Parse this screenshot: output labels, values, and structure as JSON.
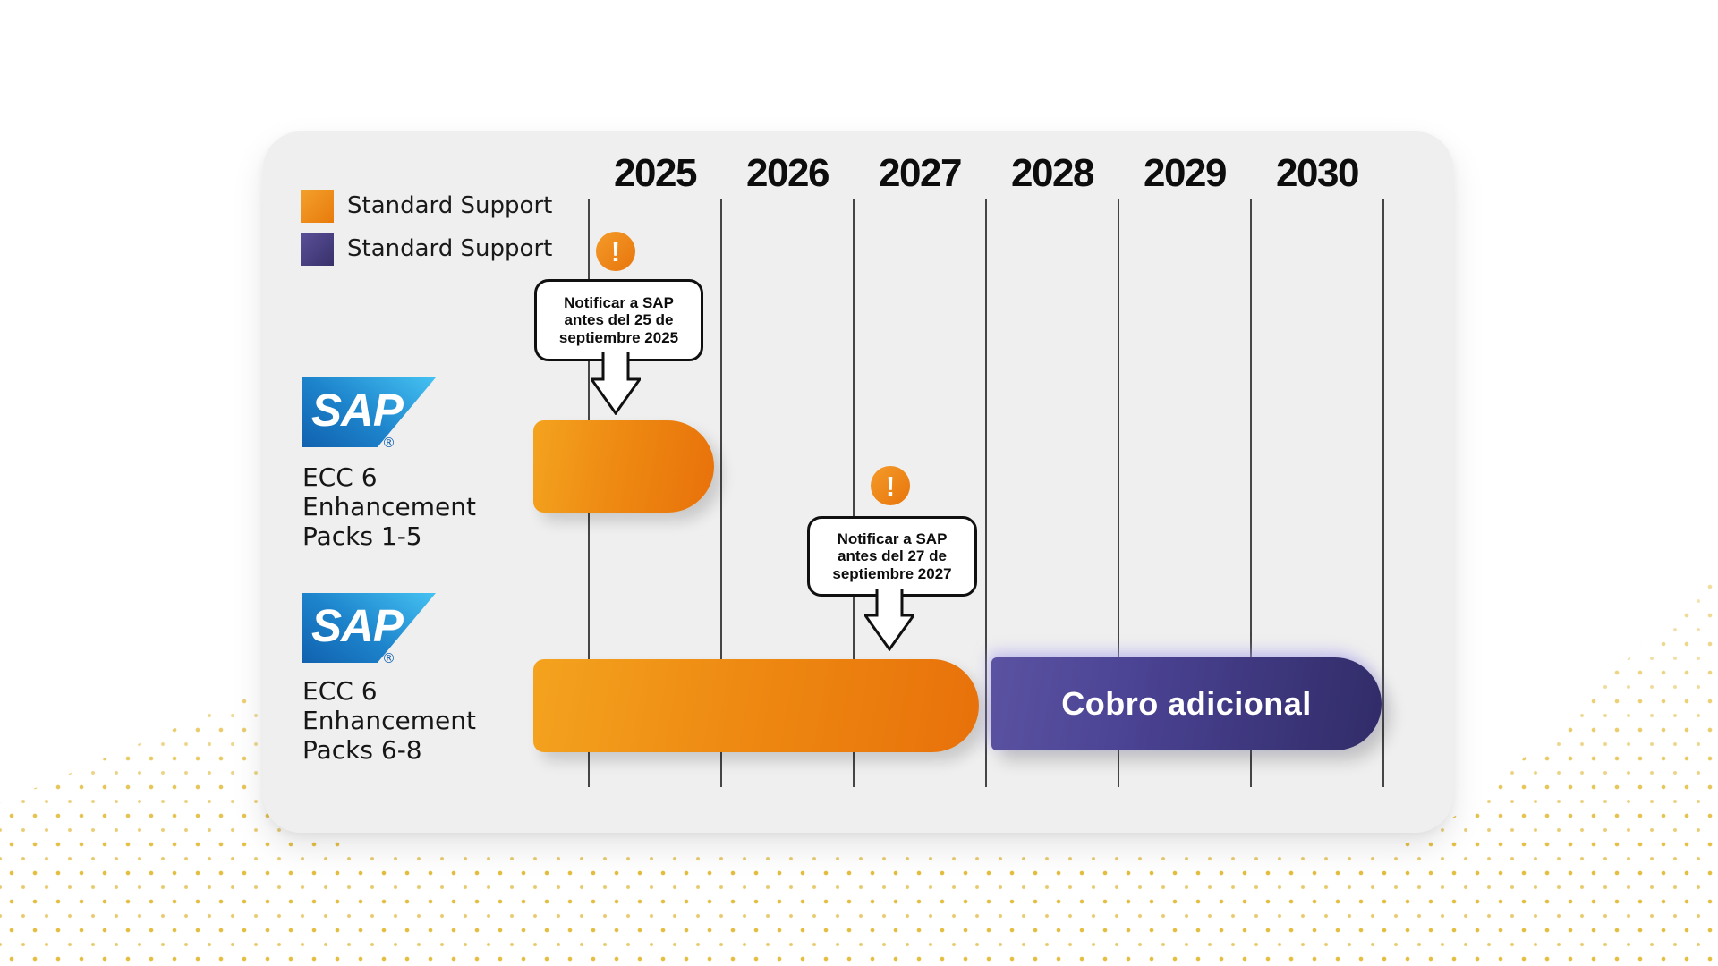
{
  "legend": {
    "items": [
      {
        "label": "Standard Support",
        "color": "#EE820D"
      },
      {
        "label": "Standard Support",
        "color": "#443C86"
      }
    ]
  },
  "timeline": {
    "years": [
      "2025",
      "2026",
      "2027",
      "2028",
      "2029",
      "2030"
    ]
  },
  "warning_icon": {
    "glyph": "!",
    "color": "#ED7D0E"
  },
  "callouts": [
    {
      "lines": [
        "Notificar a SAP",
        "antes del 25 de",
        "septiembre 2025"
      ]
    },
    {
      "lines": [
        "Notificar a SAP",
        "antes del 27 de",
        "septiembre 2027"
      ]
    }
  ],
  "products": [
    {
      "logo": {
        "text": "SAP",
        "registered": "®"
      },
      "lines": [
        "ECC 6",
        "Enhancement",
        "Packs 1-5"
      ],
      "bars": [
        {
          "kind": "standard-support",
          "label": "",
          "from": "pre-2025",
          "to": "end 2025",
          "color_start": "#F4A31F",
          "color_end": "#E8710A"
        }
      ]
    },
    {
      "logo": {
        "text": "SAP",
        "registered": "®"
      },
      "lines": [
        "ECC 6",
        "Enhancement",
        "Packs 6-8"
      ],
      "bars": [
        {
          "kind": "standard-support",
          "label": "",
          "from": "pre-2025",
          "to": "end 2027",
          "color_start": "#F4A31F",
          "color_end": "#E8710A"
        },
        {
          "kind": "additional-charge",
          "label": "Cobro adicional",
          "from": "2028",
          "to": "2030",
          "color_start": "#5B52A2",
          "color_end": "#312C68"
        }
      ]
    }
  ],
  "colors": {
    "card_background": "#EFEFEF",
    "gridline": "#2E2E2E",
    "dot_pattern": "#E2BA36",
    "sap_blue_light": "#45C2F2",
    "sap_blue_dark": "#1161AE"
  }
}
